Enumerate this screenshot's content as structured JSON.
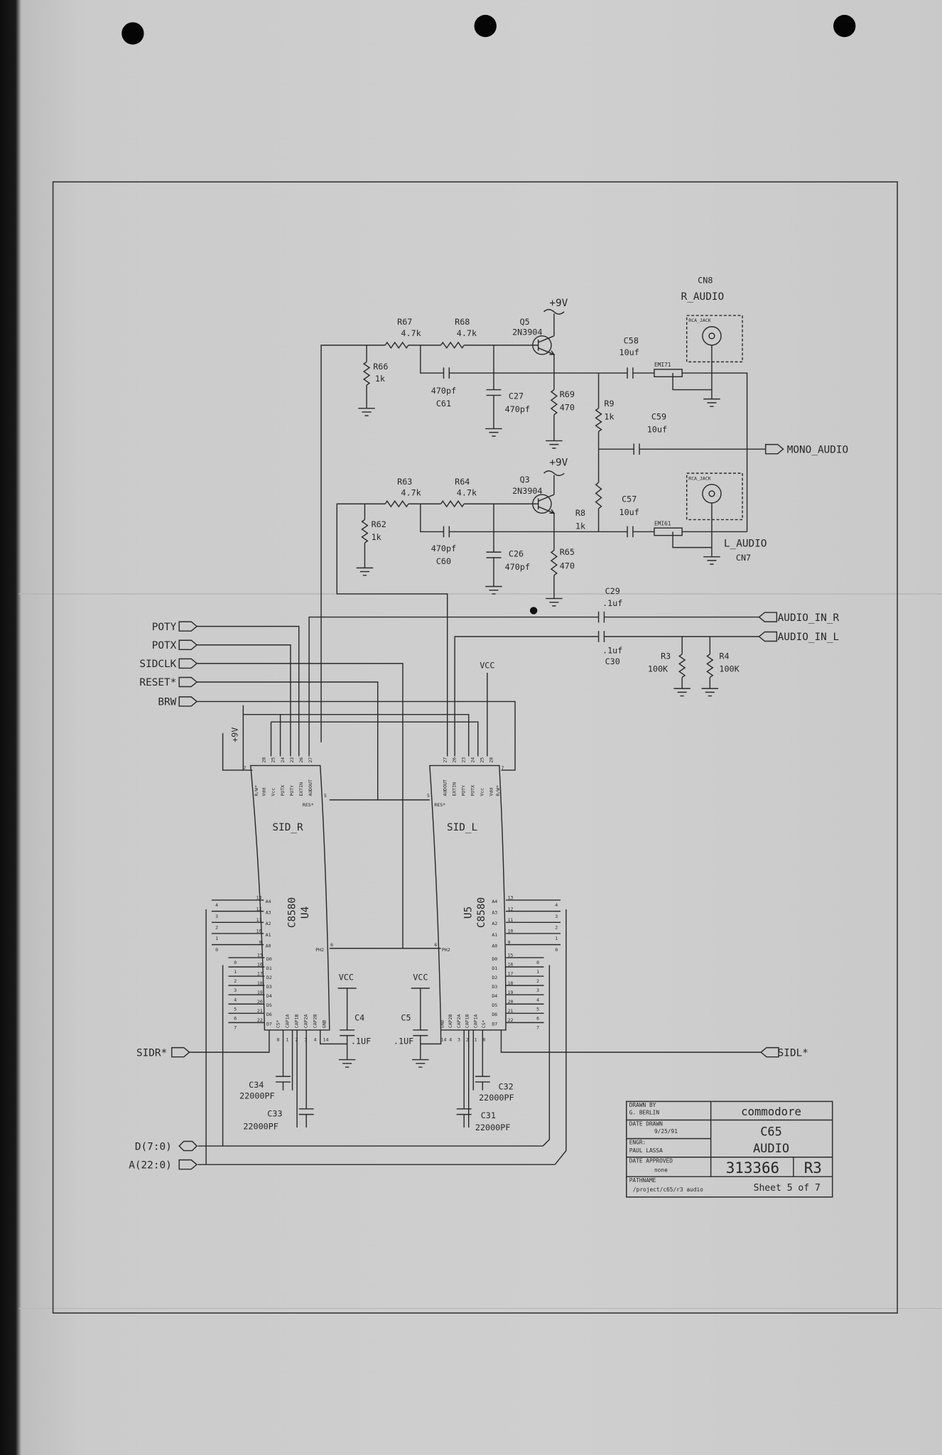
{
  "parts": {
    "r67": [
      "R67",
      "4.7k"
    ],
    "r68": [
      "R68",
      "4.7k"
    ],
    "r66": [
      "R66",
      "1k"
    ],
    "c61": [
      "C61",
      "470pf"
    ],
    "c27": [
      "C27",
      "470pf"
    ],
    "r69": [
      "R69",
      "470"
    ],
    "q5": [
      "Q5",
      "2N3904"
    ],
    "c58": [
      "C58",
      "10uf"
    ],
    "r9": [
      "R9",
      "1k"
    ],
    "c59": [
      "C59",
      "10uf"
    ],
    "r8": [
      "R8",
      "1k"
    ],
    "c57": [
      "C57",
      "10uf"
    ],
    "r63": [
      "R63",
      "4.7k"
    ],
    "r64": [
      "R64",
      "4.7k"
    ],
    "r62": [
      "R62",
      "1k"
    ],
    "c60": [
      "C60",
      "470pf"
    ],
    "c26": [
      "C26",
      "470pf"
    ],
    "r65": [
      "R65",
      "470"
    ],
    "q3": [
      "Q3",
      "2N3904"
    ],
    "c29": [
      "C29",
      ".1uf"
    ],
    "c30": [
      "C30",
      ".1uf"
    ],
    "r3": [
      "R3",
      "100K"
    ],
    "r4": [
      "R4",
      "100K"
    ],
    "c4": [
      "C4",
      ".1UF"
    ],
    "c5": [
      "C5",
      ".1UF"
    ],
    "c34": [
      "C34",
      "22000PF"
    ],
    "c33": [
      "C33",
      "22000PF"
    ],
    "c32": [
      "C32",
      "22000PF"
    ],
    "c31": [
      "C31",
      "22000PF"
    ],
    "cn8": {
      "ref": "CN8",
      "name": "R_AUDIO",
      "jack": "RCA_JACK",
      "emi": "EMI71"
    },
    "cn7": {
      "ref": "CN7",
      "name": "L_AUDIO",
      "jack": "RCA_JACK",
      "emi": "EMI61"
    }
  },
  "power": {
    "v9": "+9V",
    "vcc": "VCC"
  },
  "signals": {
    "mono": "MONO_AUDIO",
    "in_r": "AUDIO_IN_R",
    "in_l": "AUDIO_IN_L",
    "poty": "POTY",
    "potx": "POTX",
    "sidclk": "SIDCLK",
    "reset": "RESET*",
    "brw": "BRW",
    "sidr": "SIDR*",
    "sidl": "SIDL*",
    "d_bus": "D(7:0)",
    "a_bus": "A(22:0)"
  },
  "chips": {
    "sid_r": {
      "name": "SID_R",
      "part": "C8580",
      "ref": "U4",
      "top_pins": [
        [
          "28",
          "Vdd"
        ],
        [
          "25",
          "Vcc"
        ],
        [
          "24",
          "POTX"
        ],
        [
          "23",
          "POTY"
        ],
        [
          "26",
          "EXTIN"
        ],
        [
          "27",
          "AUDOUT"
        ]
      ],
      "rw": [
        "7",
        "R/W*"
      ],
      "res": [
        "5",
        "RES*"
      ],
      "ph2": [
        "6",
        "PH2"
      ],
      "addr_pins": [
        [
          "13",
          "A4"
        ],
        [
          "12",
          "A3"
        ],
        [
          "11",
          "A2"
        ],
        [
          "10",
          "A1"
        ],
        [
          "9",
          "A0"
        ]
      ],
      "data_pins": [
        [
          "15",
          "D0"
        ],
        [
          "16",
          "D1"
        ],
        [
          "17",
          "D2"
        ],
        [
          "18",
          "D3"
        ],
        [
          "19",
          "D4"
        ],
        [
          "20",
          "D5"
        ],
        [
          "21",
          "D6"
        ],
        [
          "22",
          "D7"
        ]
      ],
      "bottom_pins": [
        [
          "8",
          "CS*"
        ],
        [
          "1",
          "CAP1A"
        ],
        [
          "2",
          "CAP1B"
        ],
        [
          "3",
          "CAP2A"
        ],
        [
          "4",
          "CAP2B"
        ],
        [
          "14",
          "GND"
        ]
      ]
    },
    "sid_l": {
      "name": "SID_L",
      "part": "C8580",
      "ref": "U5",
      "top_pins": [
        [
          "27",
          "AUDOUT"
        ],
        [
          "26",
          "EXTIN"
        ],
        [
          "23",
          "POTY"
        ],
        [
          "24",
          "POTX"
        ],
        [
          "25",
          "Vcc"
        ],
        [
          "28",
          "Vdd"
        ]
      ],
      "rw": [
        "7",
        "R/W*"
      ],
      "res": [
        "5",
        "RES*"
      ],
      "ph2": [
        "6",
        "PH2"
      ],
      "addr_pins": [
        [
          "13",
          "A4"
        ],
        [
          "12",
          "A3"
        ],
        [
          "11",
          "A2"
        ],
        [
          "10",
          "A1"
        ],
        [
          "9",
          "A0"
        ]
      ],
      "data_pins": [
        [
          "15",
          "D0"
        ],
        [
          "16",
          "D1"
        ],
        [
          "17",
          "D2"
        ],
        [
          "18",
          "D3"
        ],
        [
          "19",
          "D4"
        ],
        [
          "20",
          "D5"
        ],
        [
          "21",
          "D6"
        ],
        [
          "22",
          "D7"
        ]
      ],
      "bottom_pins": [
        [
          "14",
          "GND"
        ],
        [
          "4",
          "CAP2B"
        ],
        [
          "3",
          "CAP2A"
        ],
        [
          "2",
          "CAP1B"
        ],
        [
          "1",
          "CAP1A"
        ],
        [
          "8",
          "CS*"
        ]
      ]
    }
  },
  "bus_entries": {
    "addr": [
      "4",
      "3",
      "2",
      "1",
      "0"
    ],
    "data": [
      "0",
      "1",
      "2",
      "3",
      "4",
      "5",
      "6",
      "7"
    ]
  },
  "title_block": {
    "drawn_by_label": "DRAWN BY",
    "drawn_by": "G. BERLIN",
    "date_drawn_label": "DATE DRAWN",
    "date_drawn": "9/25/91",
    "engr_label": "ENGR:",
    "engr": "PAUL LASSA",
    "date_approved_label": "DATE APPROVED",
    "date_approved": "none",
    "pathname_label": "PATHNAME",
    "pathname": "/project/c65/r3 audio",
    "company": "commodore",
    "product": "C65",
    "title": "AUDIO",
    "part_number": "313366",
    "revision": "R3",
    "sheet": "Sheet 5 of 7"
  }
}
